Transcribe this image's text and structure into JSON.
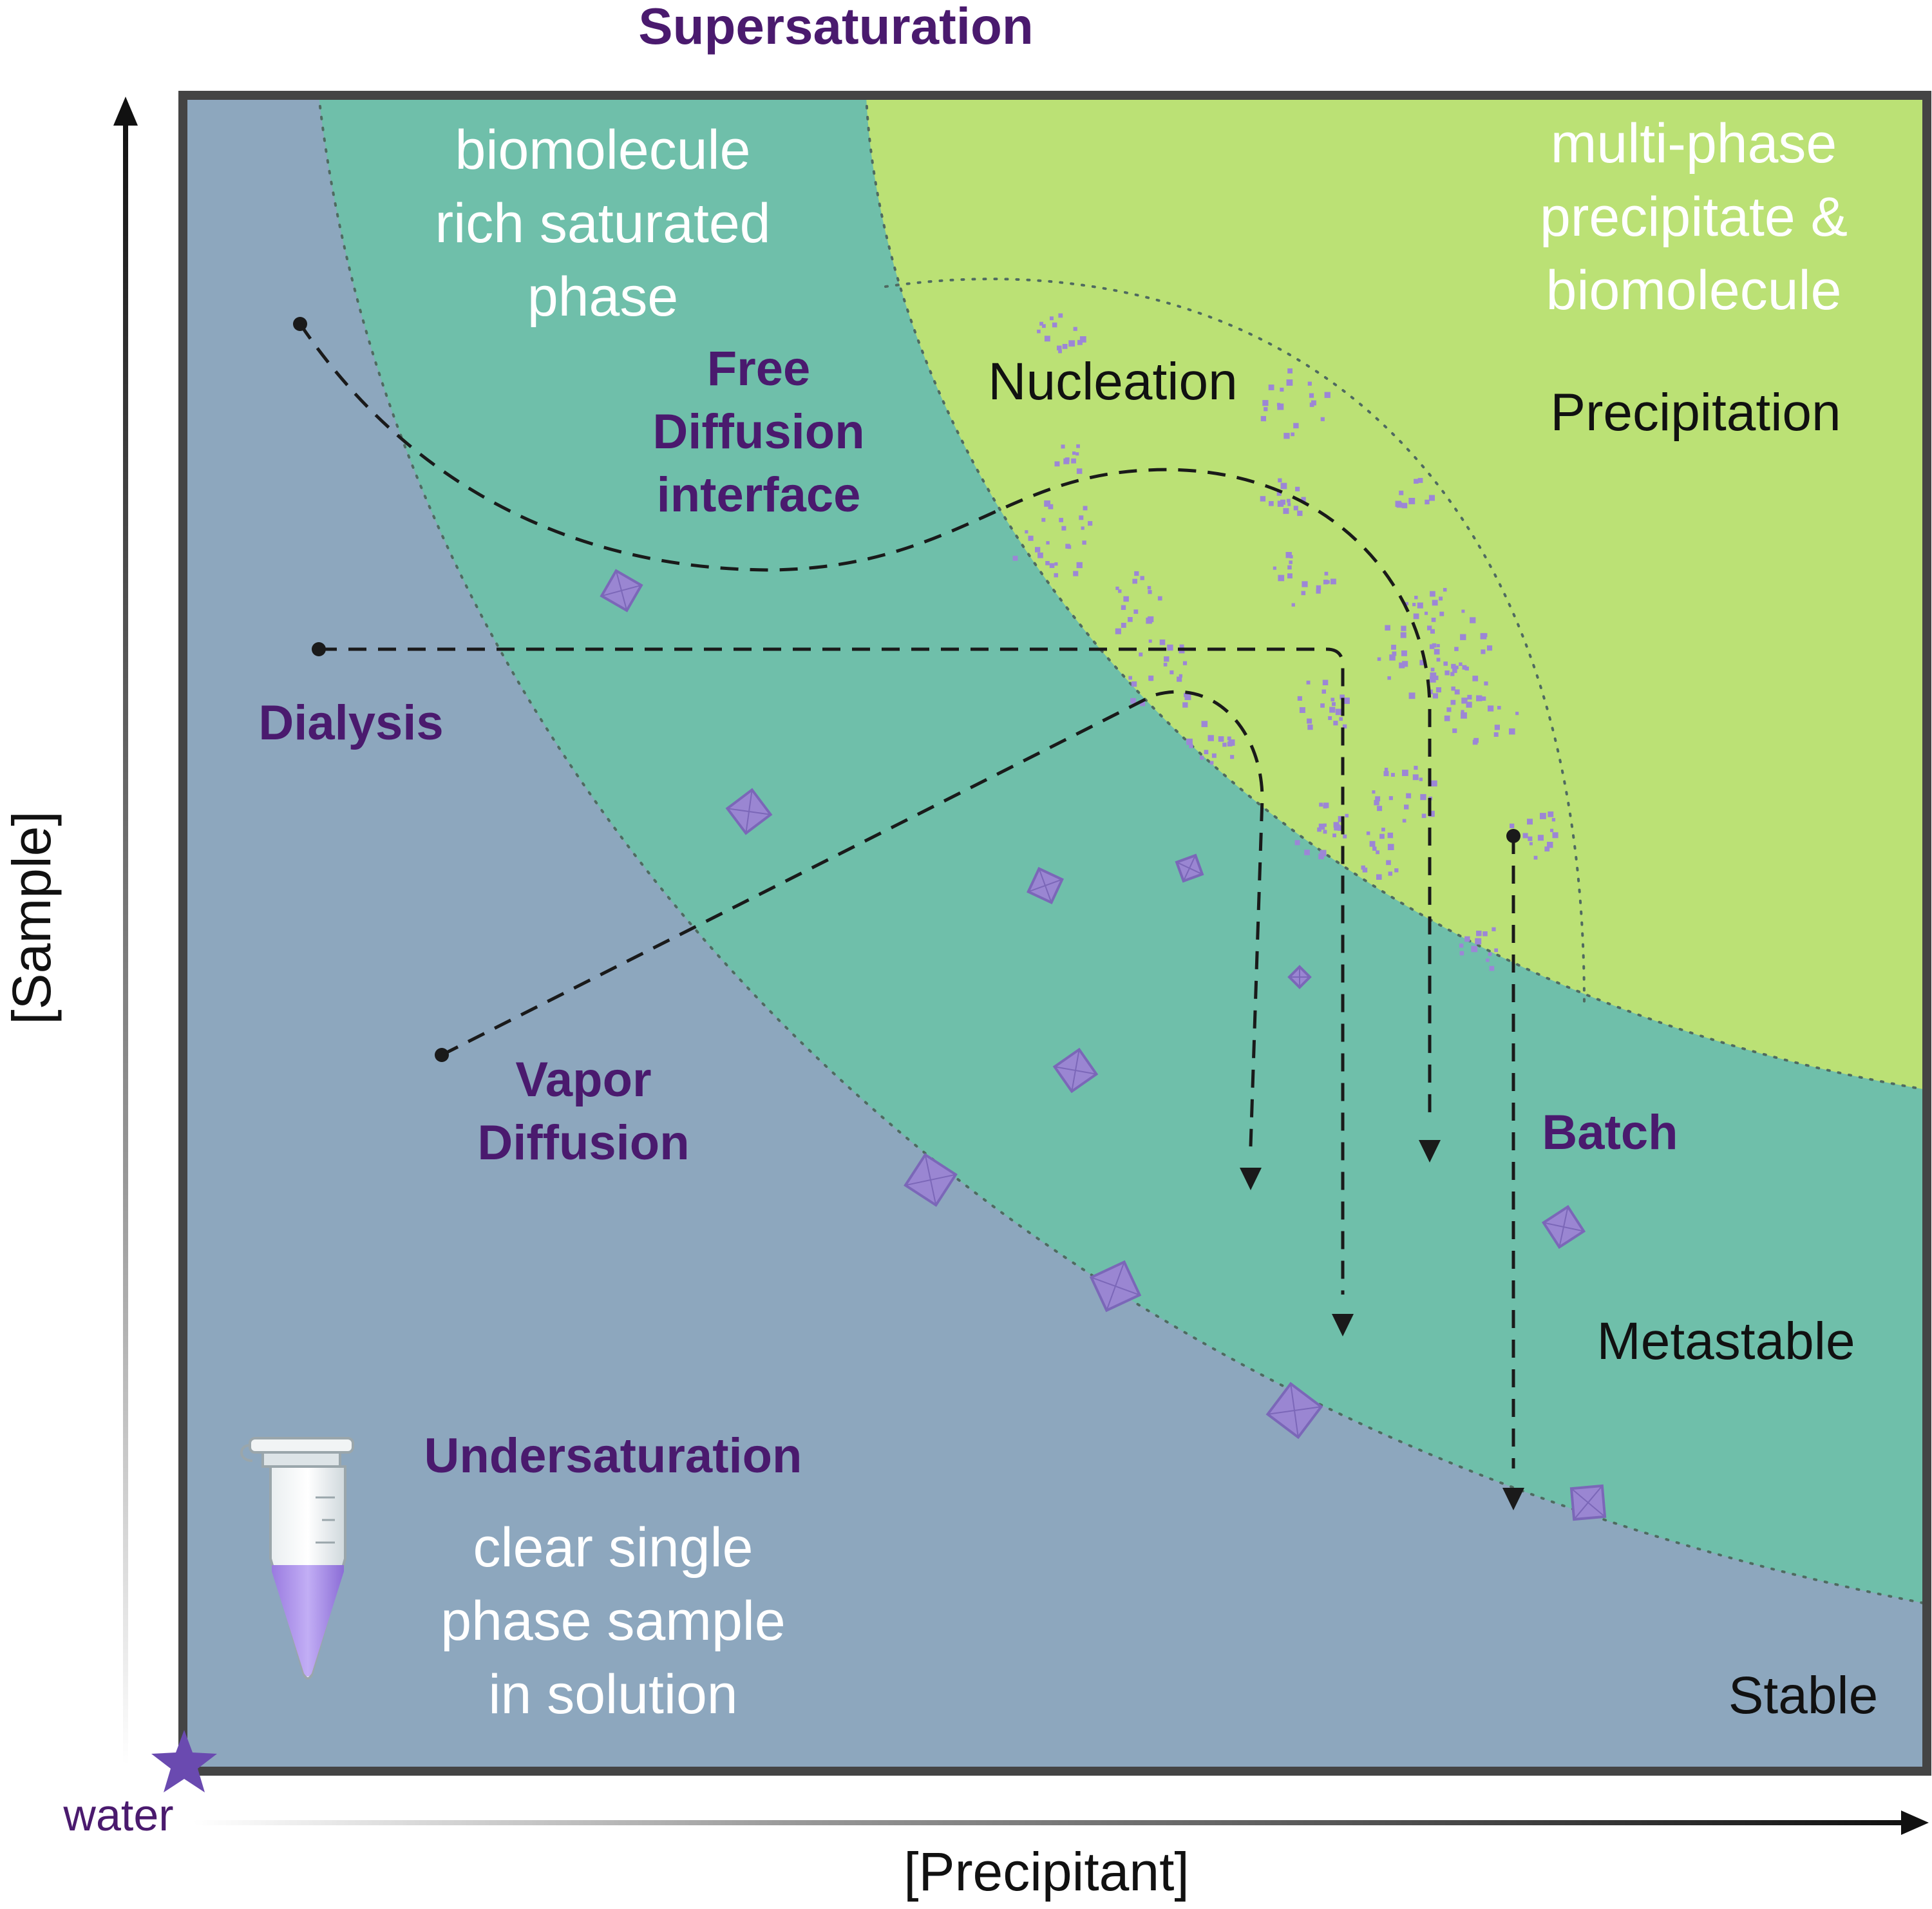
{
  "title": "Supersaturation",
  "axes": {
    "y_label": "[Sample]",
    "x_label": "[Precipitant]",
    "origin_label": "water"
  },
  "zones": {
    "saturated": {
      "lines": [
        "biomolecule",
        "rich saturated",
        "phase"
      ]
    },
    "multiphase": {
      "lines": [
        "multi-phase",
        "precipitate &",
        "biomolecule"
      ]
    },
    "nucleation_label": "Nucleation",
    "precipitation_label": "Precipitation",
    "metastable_label": "Metastable",
    "stable_label": "Stable",
    "undersaturation": {
      "title": "Undersaturation",
      "lines": [
        "clear single",
        "phase sample",
        "in solution"
      ]
    }
  },
  "methods": {
    "free_diffusion": [
      "Free",
      "Diffusion",
      "interface"
    ],
    "dialysis": "Dialysis",
    "vapor_diffusion": [
      "Vapor",
      "Diffusion"
    ],
    "batch": "Batch"
  },
  "colors": {
    "undersaturation": "#8da7be",
    "metastable": "#6fbfaa",
    "precipitation": "#bbe175",
    "frame": "#444444",
    "method_label": "#4a1a6e",
    "crystal": "#9a86d2"
  },
  "icons": {
    "tube": "microcentrifuge-tube-icon",
    "origin": "star-icon"
  }
}
